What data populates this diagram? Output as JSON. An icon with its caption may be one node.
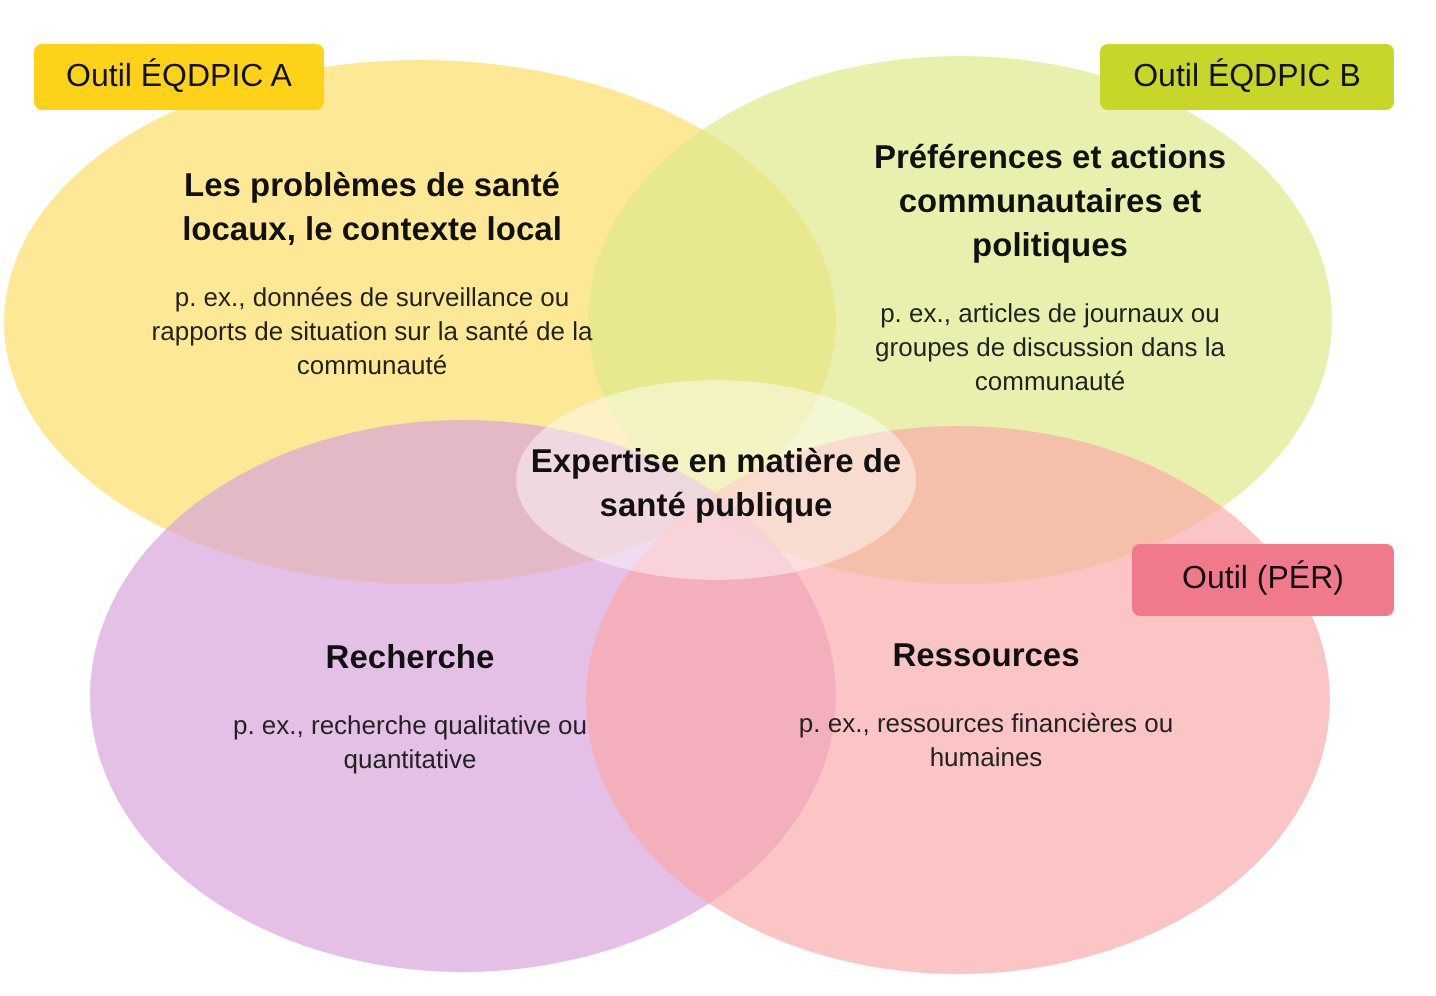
{
  "diagram": {
    "nodes": [
      {
        "text": [
          "Outil ÉQDPIC A"
        ]
      },
      {
        "text": [
          "Outil ÉQDPIC B"
        ]
      },
      {
        "text": [
          "Les problèmes de santé locaux, le contexte local",
          "p. ex., données de surveillance ou rapports de situation sur la santé de la communauté"
        ]
      },
      {
        "text": [
          "Préférences et actions communautaires et politiques",
          "p. ex., articles de journaux ou groupes de discussion dans la communauté"
        ]
      },
      {
        "text": [
          "Expertise en matière de santé publique"
        ]
      },
      {
        "text": [
          "Outil (PÉR)"
        ]
      },
      {
        "text": [
          "Recherche",
          "p. ex., recherche qualitative ou quantitative"
        ]
      },
      {
        "text": [
          "Ressources",
          "p. ex., ressources financières ou humaines"
        ]
      }
    ]
  }
}
